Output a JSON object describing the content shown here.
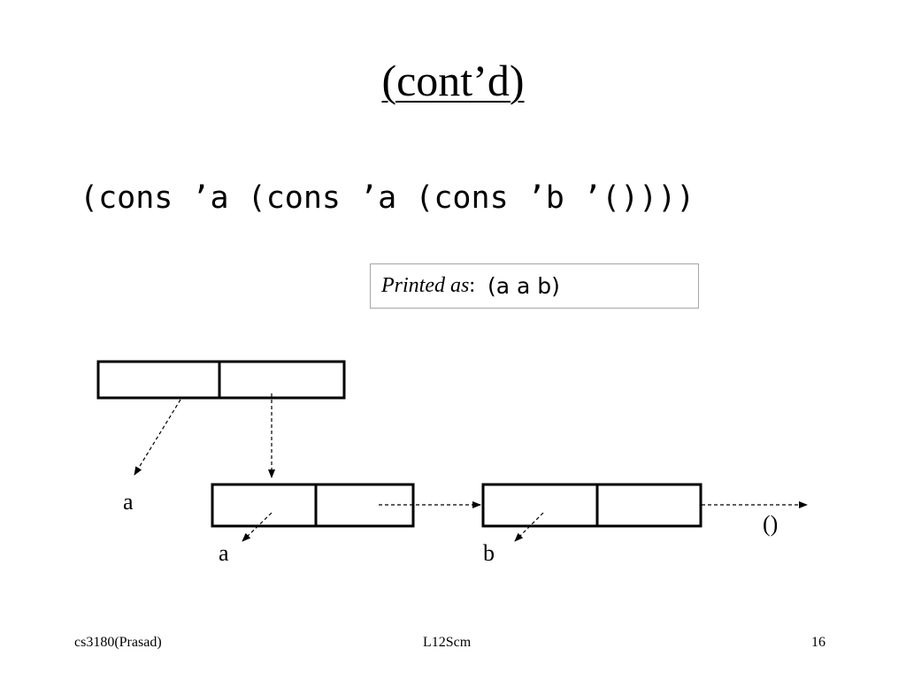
{
  "title": "(cont’d)",
  "code": "(cons ’a (cons ’a (cons ’b ’())))",
  "printed": {
    "label": "Printed as",
    "colon": ":",
    "value": "(a a b)"
  },
  "diagram": {
    "cells": [
      "cons-cell-1",
      "cons-cell-2",
      "cons-cell-3"
    ],
    "atoms": {
      "a_top": "a",
      "a_second": "a",
      "b": "b",
      "nil": "()"
    }
  },
  "footer": {
    "left": "cs3180(Prasad)",
    "center": "L12Scm",
    "right": "16"
  }
}
